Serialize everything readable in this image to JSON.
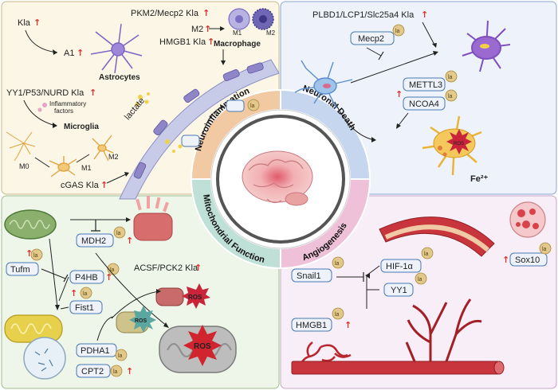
{
  "panels": {
    "neuroinflammation": {
      "kla_a1": "Kla",
      "a1": "A1",
      "astrocytes": "Astrocytes",
      "pkm2": "PKM2/Mecp2 Kla",
      "m2_top": "M2",
      "m1_small": "M1",
      "m2_small": "M2",
      "hmgb1_kla": "HMGB1 Kla",
      "macrophage": "Macrophage",
      "yy1": "YY1/P53/NURD Kla",
      "inflam": "Inflammatory",
      "factors": "factors",
      "microglia": "Microglia",
      "lactate": "lactate",
      "m0": "M0",
      "m1": "M1",
      "m2": "M2",
      "cgas": "cGAS Kla"
    },
    "neuronal_death": {
      "plbd1": "PLBD1/LCP1/Slc25a4 Kla",
      "mecp2": "Mecp2",
      "mettl3": "METTL3",
      "ncoa4": "NCOA4",
      "ros": "ROS",
      "fe": "Fe²⁺"
    },
    "mitochondrial": {
      "mdh2": "MDH2",
      "acsf": "ACSF/PCK2 Kla",
      "tufm": "Tufm",
      "p4hb": "P4HB",
      "fist1": "Fist1",
      "pdha1": "PDHA1",
      "cpt2": "CPT2",
      "ros1": "ROS",
      "ros2": "ROS",
      "ros3": "ROS"
    },
    "angiogenesis": {
      "hif": "HIF-1α",
      "yy1": "YY1",
      "snail1": "Snail1",
      "hmgb1": "HMGB1",
      "sox10": "Sox10"
    }
  },
  "ring": {
    "neuroinflammation": "Neuroinflammation",
    "neuronal_death": "Neuronal Death",
    "mitochondrial": "Mitochondrial Function",
    "angiogenesis": "Angiogenesis"
  },
  "badge": "la",
  "up_arrow": "↑",
  "colors": {
    "q1_bg": "#fbf6e6",
    "q2_bg": "#eef3fb",
    "q3_bg": "#eef6ea",
    "q4_bg": "#f7eef7",
    "ring_neuro": "#f1c9a3",
    "ring_death": "#c5d6ee",
    "ring_mito": "#bfe0d6",
    "ring_angio": "#efc1d8",
    "up": "#e0312b"
  }
}
